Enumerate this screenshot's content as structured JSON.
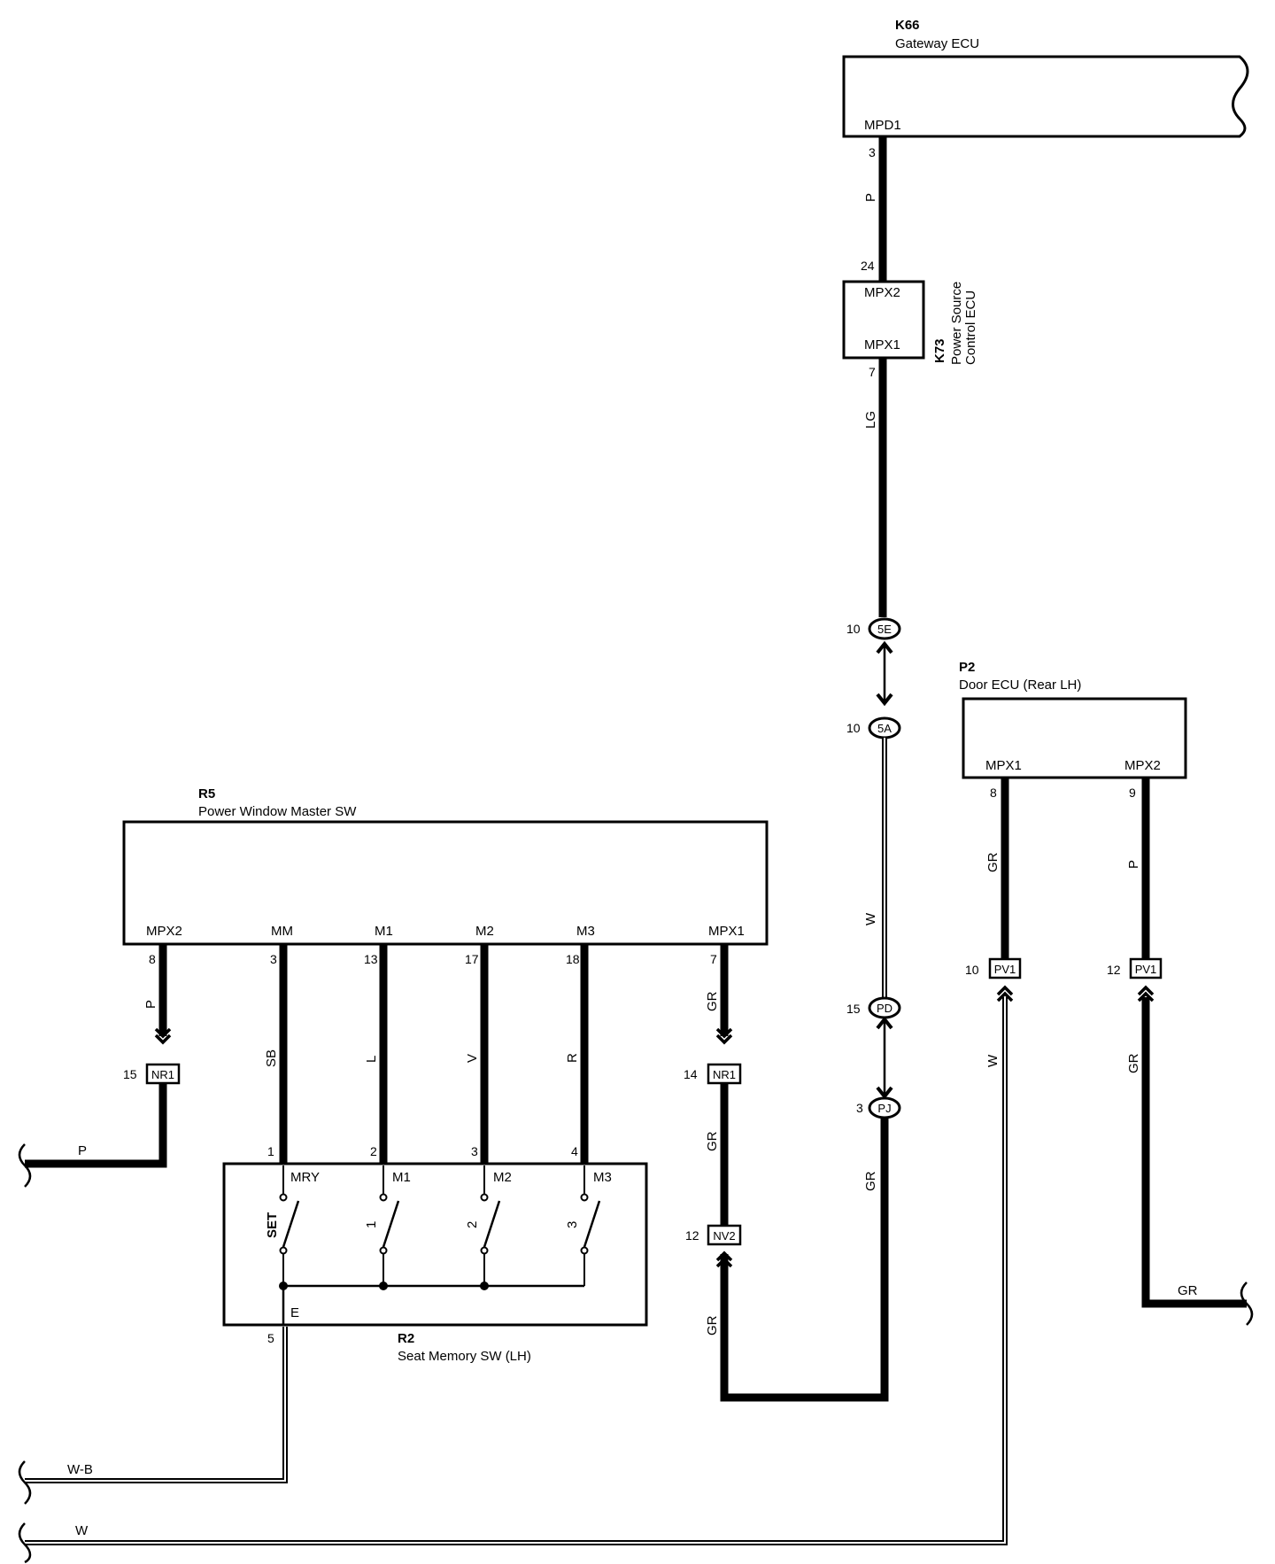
{
  "components": {
    "k66": {
      "code": "K66",
      "name": "Gateway ECU",
      "pin_mpd1": "MPD1",
      "pin_num": "3"
    },
    "k73": {
      "code": "K73",
      "name_line1": "Power Source",
      "name_line2": "Control ECU",
      "pin_mpx2": "MPX2",
      "pin_mpx1": "MPX1",
      "pin_mpx2_num": "24",
      "pin_mpx1_num": "7"
    },
    "p2": {
      "code": "P2",
      "name": "Door ECU (Rear LH)",
      "pin_mpx1": "MPX1",
      "pin_mpx2": "MPX2",
      "pin_mpx1_num": "8",
      "pin_mpx2_num": "9"
    },
    "r5": {
      "code": "R5",
      "name": "Power Window Master SW",
      "pins": [
        {
          "label": "MPX2",
          "num": "8"
        },
        {
          "label": "MM",
          "num": "3"
        },
        {
          "label": "M1",
          "num": "13"
        },
        {
          "label": "M2",
          "num": "17"
        },
        {
          "label": "M3",
          "num": "18"
        },
        {
          "label": "MPX1",
          "num": "7"
        }
      ]
    },
    "r2": {
      "code": "R2",
      "name": "Seat Memory SW (LH)",
      "pins": [
        {
          "label": "MRY",
          "num": "1",
          "switch": "SET"
        },
        {
          "label": "M1",
          "num": "2",
          "switch": "1"
        },
        {
          "label": "M2",
          "num": "3",
          "switch": "2"
        },
        {
          "label": "M3",
          "num": "4",
          "switch": "3"
        }
      ],
      "ground_label": "E",
      "ground_num": "5"
    }
  },
  "connectors": {
    "c5e": {
      "id": "5E",
      "pin": "10"
    },
    "c5a": {
      "id": "5A",
      "pin": "10"
    },
    "cpd": {
      "id": "PD",
      "pin": "15"
    },
    "cpj": {
      "id": "PJ",
      "pin": "3"
    },
    "nr1_left": {
      "id": "NR1",
      "pin": "15"
    },
    "nr1_right": {
      "id": "NR1",
      "pin": "14"
    },
    "nv2": {
      "id": "NV2",
      "pin": "12"
    },
    "pv1_left": {
      "id": "PV1",
      "pin": "10"
    },
    "pv1_right": {
      "id": "PV1",
      "pin": "12"
    }
  },
  "wire_colors": {
    "k66_k73": "P",
    "k73_5e": "LG",
    "5a_pd": "W",
    "pj_return": "GR",
    "r5_mpx2": "P",
    "r5_mm": "SB",
    "r5_m1": "L",
    "r5_m2": "V",
    "r5_m3": "R",
    "r5_mpx1": "GR",
    "nr1_nv2": "GR",
    "nv2_bottom": "GR",
    "p2_mpx1": "GR",
    "p2_mpx2": "P",
    "pv1_left_below": "W",
    "pv1_right_below": "GR",
    "left_exit_p": "P",
    "left_exit_wb": "W-B",
    "left_exit_w": "W",
    "right_exit_gr": "GR"
  }
}
